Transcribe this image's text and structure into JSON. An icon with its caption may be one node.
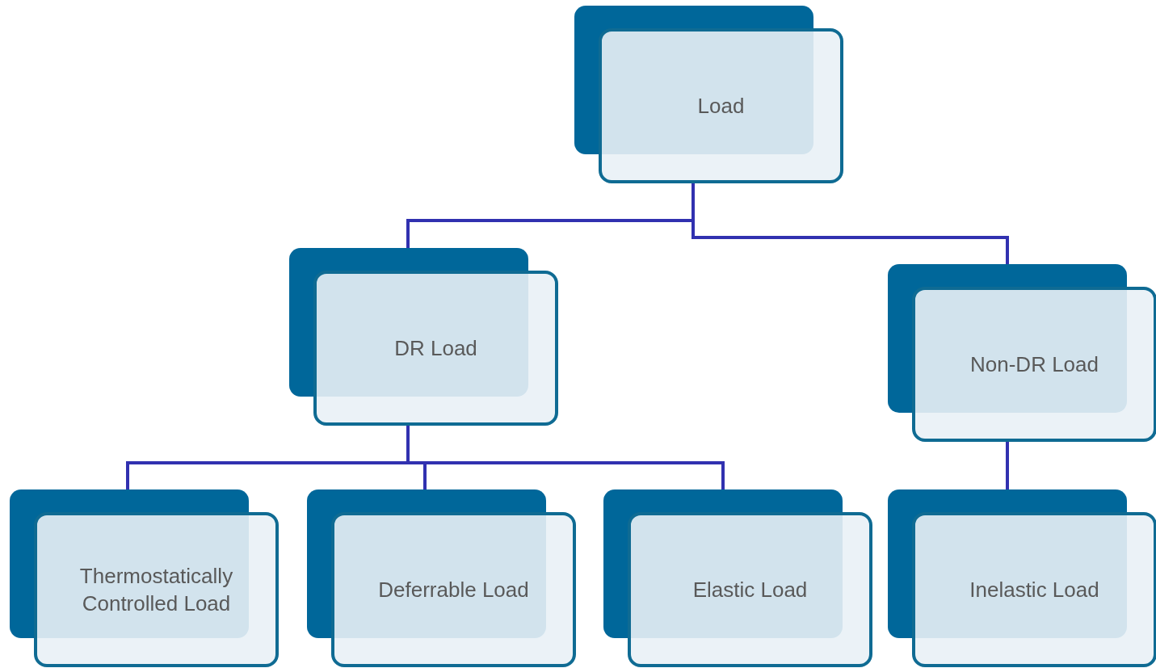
{
  "diagram": {
    "nodes": [
      {
        "text": [
          "Load"
        ]
      },
      {
        "text": [
          "DR Load"
        ]
      },
      {
        "text": [
          "Non-DR Load"
        ]
      },
      {
        "text": [
          "Thermostatically Controlled Load"
        ]
      },
      {
        "text": [
          "Deferrable Load"
        ]
      },
      {
        "text": [
          "Elastic Load"
        ]
      },
      {
        "text": [
          "Inelastic Load"
        ]
      }
    ],
    "edges": [
      {
        "from": 0,
        "to": 1,
        "arrow": "none"
      },
      {
        "from": 0,
        "to": 2,
        "arrow": "none"
      },
      {
        "from": 1,
        "to": 3,
        "arrow": "none"
      },
      {
        "from": 1,
        "to": 4,
        "arrow": "none"
      },
      {
        "from": 1,
        "to": 5,
        "arrow": "none"
      },
      {
        "from": 2,
        "to": 6,
        "arrow": "none"
      }
    ]
  }
}
